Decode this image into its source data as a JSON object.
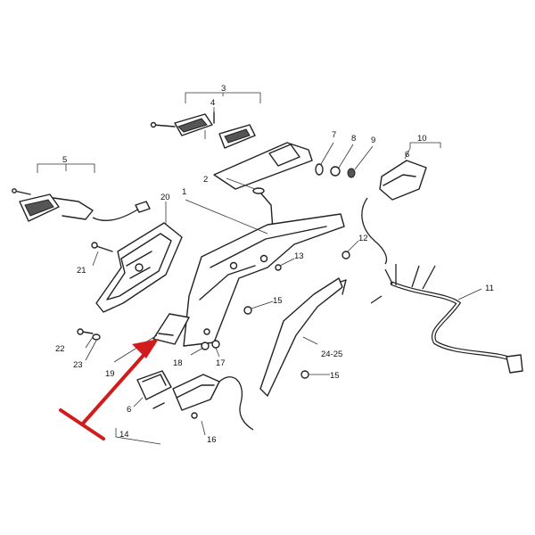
{
  "callouts": [
    {
      "id": "1",
      "text": "1"
    },
    {
      "id": "2",
      "text": "2"
    },
    {
      "id": "3",
      "text": "3"
    },
    {
      "id": "4",
      "text": "4"
    },
    {
      "id": "5",
      "text": "5"
    },
    {
      "id": "6a",
      "text": "6"
    },
    {
      "id": "6b",
      "text": "6"
    },
    {
      "id": "7",
      "text": "7"
    },
    {
      "id": "8",
      "text": "8"
    },
    {
      "id": "9",
      "text": "9"
    },
    {
      "id": "10",
      "text": "10"
    },
    {
      "id": "11",
      "text": "11"
    },
    {
      "id": "12",
      "text": "12"
    },
    {
      "id": "13",
      "text": "13"
    },
    {
      "id": "14",
      "text": "14"
    },
    {
      "id": "15a",
      "text": "15"
    },
    {
      "id": "15b",
      "text": "15"
    },
    {
      "id": "16",
      "text": "16"
    },
    {
      "id": "17",
      "text": "17"
    },
    {
      "id": "18",
      "text": "18"
    },
    {
      "id": "19",
      "text": "19"
    },
    {
      "id": "20",
      "text": "20"
    },
    {
      "id": "21",
      "text": "21"
    },
    {
      "id": "22",
      "text": "22"
    },
    {
      "id": "23",
      "text": "23"
    },
    {
      "id": "24-25",
      "text": "24-25"
    }
  ],
  "colors": {
    "ink": "#222222",
    "highlight_arrow": "#d21c1c",
    "background": "#ffffff"
  },
  "annotation": {
    "type": "highlight-arrow",
    "points_to": "19"
  }
}
